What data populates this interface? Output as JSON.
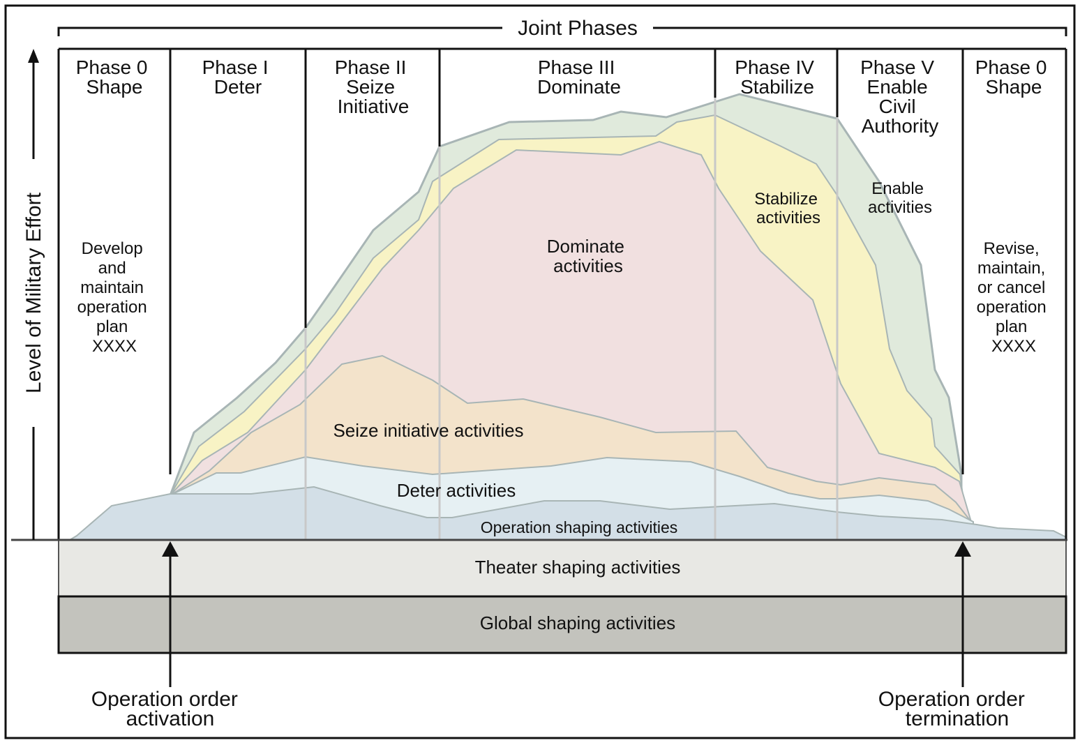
{
  "header": {
    "title": "Joint Phases"
  },
  "y_axis_label": "Level of Military Effort",
  "phases": [
    {
      "lines": [
        "Phase 0",
        "Shape"
      ]
    },
    {
      "lines": [
        "Phase I",
        "Deter"
      ]
    },
    {
      "lines": [
        "Phase II",
        "Seize",
        "Initiative"
      ]
    },
    {
      "lines": [
        "Phase III",
        "Dominate"
      ]
    },
    {
      "lines": [
        "Phase IV",
        "Stabilize"
      ]
    },
    {
      "lines": [
        "Phase V",
        "Enable",
        "Civil",
        "Authority"
      ]
    },
    {
      "lines": [
        "Phase 0",
        "Shape"
      ]
    }
  ],
  "side_notes": {
    "left": [
      "Develop",
      "and",
      "maintain",
      "operation",
      "plan",
      "XXXX"
    ],
    "right": [
      "Revise,",
      "maintain,",
      "or cancel",
      "operation",
      "plan",
      "XXXX"
    ]
  },
  "activities": {
    "dominate": [
      "Dominate",
      "activities"
    ],
    "stabilize": [
      "Stabilize",
      "activities"
    ],
    "enable": [
      "Enable",
      "activities"
    ],
    "seize": "Seize initiative activities",
    "deter": "Deter activities",
    "operation_shaping": "Operation shaping activities"
  },
  "bands": {
    "theater": "Theater shaping activities",
    "global": "Global shaping activities"
  },
  "markers": {
    "activation": [
      "Operation order",
      "activation"
    ],
    "termination": [
      "Operation order",
      "termination"
    ]
  },
  "colors": {
    "operation_shaping": "#d3dfe7",
    "deter": "#e6f0f3",
    "seize": "#f3e3cb",
    "dominate": "#f1e0e0",
    "stabilize": "#f8f3c5",
    "enable": "#e0eadc",
    "outline": "#a8b5b5",
    "theater_band": "#e8e8e4",
    "global_band": "#c3c3bd"
  }
}
